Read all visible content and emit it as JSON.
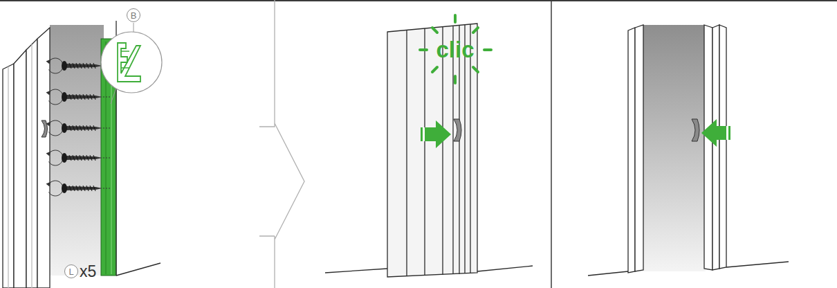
{
  "diagram": {
    "nodes": [
      {
        "text": [
          "B"
        ]
      },
      {
        "text": [
          "L"
        ]
      }
    ],
    "labels": [
      "x5",
      "clic"
    ]
  }
}
